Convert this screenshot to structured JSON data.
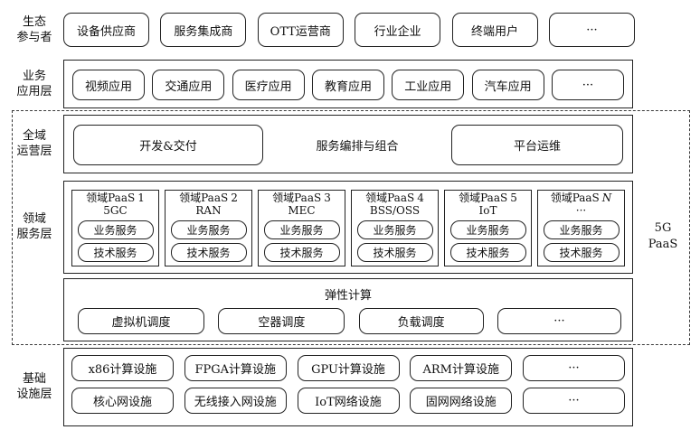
{
  "eco": {
    "label": [
      "生态",
      "参与者"
    ],
    "items": [
      "设备供应商",
      "服务集成商",
      "OTT运营商",
      "行业企业",
      "终端用户",
      "···"
    ]
  },
  "business": {
    "label": [
      "业务",
      "应用层"
    ],
    "items": [
      "视频应用",
      "交通应用",
      "医疗应用",
      "教育应用",
      "工业应用",
      "汽车应用",
      "···"
    ]
  },
  "operations": {
    "label": [
      "全域",
      "运营层"
    ],
    "items": [
      "开发&交付",
      "服务编排与组合",
      "平台运维"
    ]
  },
  "domain": {
    "label": [
      "领域",
      "服务层"
    ],
    "cards": [
      {
        "title_prefix": "领域PaaS",
        "title_num": "1",
        "subtitle": "5GC",
        "services": [
          "业务服务",
          "技术服务"
        ]
      },
      {
        "title_prefix": "领域PaaS",
        "title_num": "2",
        "subtitle": "RAN",
        "services": [
          "业务服务",
          "技术服务"
        ]
      },
      {
        "title_prefix": "领域PaaS",
        "title_num": "3",
        "subtitle": "MEC",
        "services": [
          "业务服务",
          "技术服务"
        ]
      },
      {
        "title_prefix": "领域PaaS",
        "title_num": "4",
        "subtitle": "BSS/OSS",
        "services": [
          "业务服务",
          "技术服务"
        ]
      },
      {
        "title_prefix": "领域PaaS",
        "title_num": "5",
        "subtitle": "IoT",
        "services": [
          "业务服务",
          "技术服务"
        ]
      },
      {
        "title_prefix": "领域PaaS",
        "title_num": "N",
        "subtitle": "···",
        "services": [
          "业务服务",
          "技术服务"
        ]
      }
    ]
  },
  "elastic": {
    "title": "弹性计算",
    "items": [
      "虚拟机调度",
      "空器调度",
      "负载调度",
      "···"
    ]
  },
  "infra": {
    "label": [
      "基础",
      "设施层"
    ],
    "row1": [
      "x86计算设施",
      "FPGA计算设施",
      "GPU计算设施",
      "ARM计算设施",
      "···"
    ],
    "row2": [
      "核心网设施",
      "无线接入网设施",
      "IoT网络设施",
      "固网网络设施",
      "···"
    ]
  },
  "paas_label": {
    "line1": "5G",
    "line2": "PaaS"
  }
}
